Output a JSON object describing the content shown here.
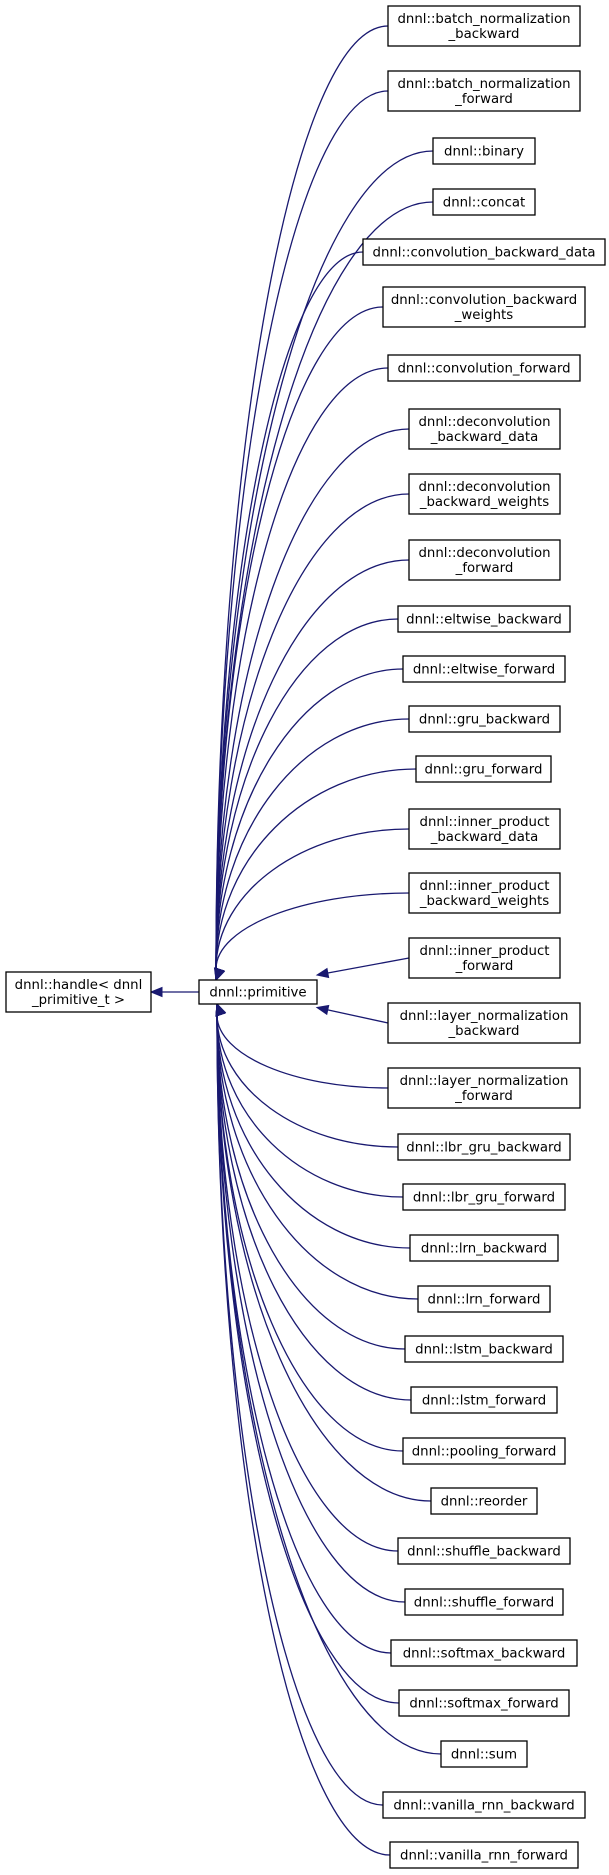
{
  "diagram": {
    "base": {
      "lines": [
        "dnnl::handle< dnnl",
        "_primitive_t >"
      ]
    },
    "center": {
      "lines": [
        "dnnl::primitive"
      ]
    },
    "derived": [
      {
        "lines": [
          "dnnl::batch_normalization",
          "_backward"
        ]
      },
      {
        "lines": [
          "dnnl::batch_normalization",
          "_forward"
        ]
      },
      {
        "lines": [
          "dnnl::binary"
        ]
      },
      {
        "lines": [
          "dnnl::concat"
        ]
      },
      {
        "lines": [
          "dnnl::convolution_backward_data"
        ]
      },
      {
        "lines": [
          "dnnl::convolution_backward",
          "_weights"
        ]
      },
      {
        "lines": [
          "dnnl::convolution_forward"
        ]
      },
      {
        "lines": [
          "dnnl::deconvolution",
          "_backward_data"
        ]
      },
      {
        "lines": [
          "dnnl::deconvolution",
          "_backward_weights"
        ]
      },
      {
        "lines": [
          "dnnl::deconvolution",
          "_forward"
        ]
      },
      {
        "lines": [
          "dnnl::eltwise_backward"
        ]
      },
      {
        "lines": [
          "dnnl::eltwise_forward"
        ]
      },
      {
        "lines": [
          "dnnl::gru_backward"
        ]
      },
      {
        "lines": [
          "dnnl::gru_forward"
        ]
      },
      {
        "lines": [
          "dnnl::inner_product",
          "_backward_data"
        ]
      },
      {
        "lines": [
          "dnnl::inner_product",
          "_backward_weights"
        ]
      },
      {
        "lines": [
          "dnnl::inner_product",
          "_forward"
        ]
      },
      {
        "lines": [
          "dnnl::layer_normalization",
          "_backward"
        ]
      },
      {
        "lines": [
          "dnnl::layer_normalization",
          "_forward"
        ]
      },
      {
        "lines": [
          "dnnl::lbr_gru_backward"
        ]
      },
      {
        "lines": [
          "dnnl::lbr_gru_forward"
        ]
      },
      {
        "lines": [
          "dnnl::lrn_backward"
        ]
      },
      {
        "lines": [
          "dnnl::lrn_forward"
        ]
      },
      {
        "lines": [
          "dnnl::lstm_backward"
        ]
      },
      {
        "lines": [
          "dnnl::lstm_forward"
        ]
      },
      {
        "lines": [
          "dnnl::pooling_forward"
        ]
      },
      {
        "lines": [
          "dnnl::reorder"
        ]
      },
      {
        "lines": [
          "dnnl::shuffle_backward"
        ]
      },
      {
        "lines": [
          "dnnl::shuffle_forward"
        ]
      },
      {
        "lines": [
          "dnnl::softmax_backward"
        ]
      },
      {
        "lines": [
          "dnnl::softmax_forward"
        ]
      },
      {
        "lines": [
          "dnnl::sum"
        ]
      },
      {
        "lines": [
          "dnnl::vanilla_rnn_backward"
        ]
      },
      {
        "lines": [
          "dnnl::vanilla_rnn_forward"
        ]
      }
    ]
  },
  "colors": {
    "edge": "#191970",
    "node_border": "#000000",
    "node_fill": "#ffffff",
    "text": "#000000"
  }
}
